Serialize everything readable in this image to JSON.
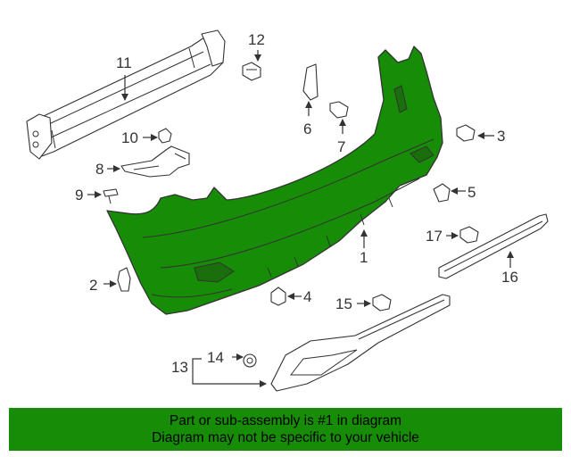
{
  "callouts": {
    "c1": "1",
    "c2": "2",
    "c3": "3",
    "c4": "4",
    "c5": "5",
    "c6": "6",
    "c7": "7",
    "c8": "8",
    "c9": "9",
    "c10": "10",
    "c11": "11",
    "c12": "12",
    "c13": "13",
    "c14": "14",
    "c15": "15",
    "c16": "16",
    "c17": "17"
  },
  "highlight": {
    "part_number": "1",
    "color": "#178c06",
    "banner_color": "#178c06"
  },
  "banner": {
    "line1": "Part or sub-assembly is #1 in diagram",
    "line2": "Diagram may not be specific to your vehicle"
  }
}
